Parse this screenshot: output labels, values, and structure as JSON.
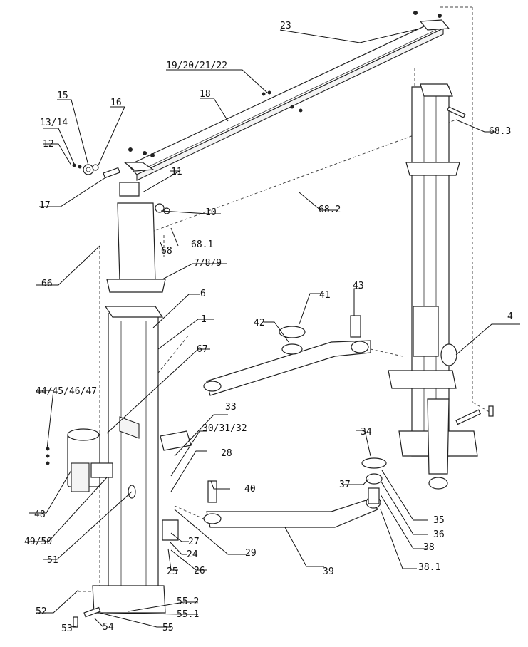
{
  "diagram": {
    "labels": [
      "23",
      "19/20/21/22",
      "18",
      "15",
      "16",
      "13/14",
      "12",
      "11",
      "17",
      "10",
      "68.2",
      "68.3",
      "66",
      "68",
      "68.1",
      "7/8/9",
      "6",
      "1",
      "67",
      "41",
      "43",
      "42",
      "4",
      "44/45/46/47",
      "33",
      "30/31/32",
      "34",
      "28",
      "40",
      "37",
      "35",
      "36",
      "38",
      "38.1",
      "48",
      "49/50",
      "51",
      "27",
      "24",
      "25",
      "26",
      "29",
      "39",
      "52",
      "55.2",
      "55.1",
      "53",
      "54",
      "55"
    ]
  }
}
